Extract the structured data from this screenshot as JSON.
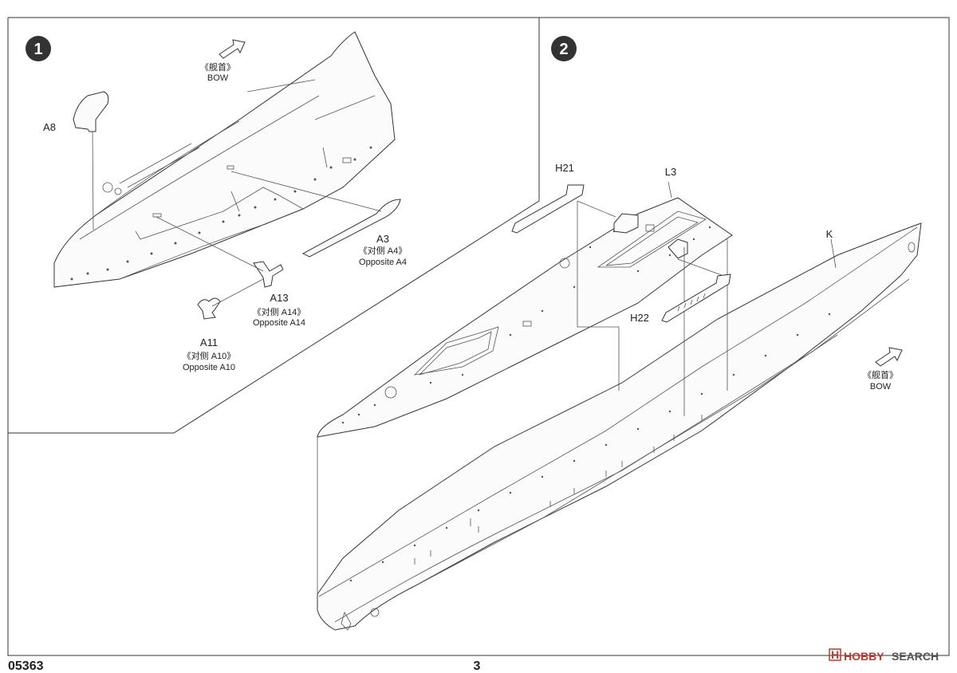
{
  "step1": {
    "number": "1",
    "bow": {
      "cn": "《舰首》",
      "en": "BOW"
    },
    "parts": {
      "a8": "A8",
      "a3": {
        "id": "A3",
        "cn": "《对侧 A4》",
        "en": "Opposite A4"
      },
      "a13": {
        "id": "A13",
        "cn": "《对侧 A14》",
        "en": "Opposite A14"
      },
      "a11": {
        "id": "A11",
        "cn": "《对侧 A10》",
        "en": "Opposite A10"
      }
    }
  },
  "step2": {
    "number": "2",
    "bow": {
      "cn": "《舰首》",
      "en": "BOW"
    },
    "parts": {
      "h21": "H21",
      "l3": "L3",
      "h22": "H22",
      "k": "K"
    }
  },
  "footer": {
    "product_code": "05363",
    "page_number": "3",
    "watermark": {
      "prefix": "HOBBY",
      "suffix": "SEARCH"
    }
  },
  "colors": {
    "line": "#333333",
    "step_badge": "#333333",
    "watermark": "#c0392b"
  }
}
